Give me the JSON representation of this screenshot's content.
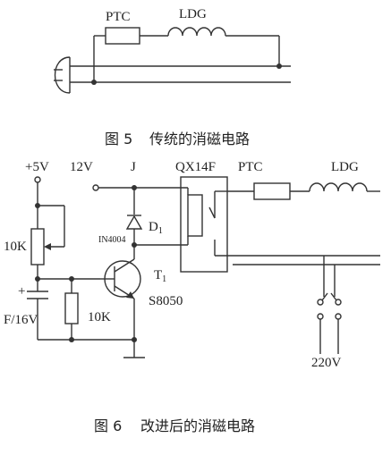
{
  "figure5": {
    "label_ptc": "PTC",
    "label_ldg": "LDG",
    "caption_num": "图 5",
    "caption_text": "传统的消磁电路"
  },
  "figure6": {
    "label_5v": "+5V",
    "label_12v": "12V",
    "label_j": "J",
    "label_relay": "QX14F",
    "label_ptc": "PTC",
    "label_ldg": "LDG",
    "label_diode": "D",
    "label_diode_sub": "1",
    "label_diode_part": "IN4004",
    "label_pot": "10K",
    "label_transistor": "T",
    "label_transistor_sub": "1",
    "label_transistor_part": "S8050",
    "label_cap_plus": "+",
    "label_cap": "F/16V",
    "label_resistor": "10K",
    "label_mains": "220V",
    "caption_num": "图 6",
    "caption_text": "改进后的消磁电路"
  }
}
